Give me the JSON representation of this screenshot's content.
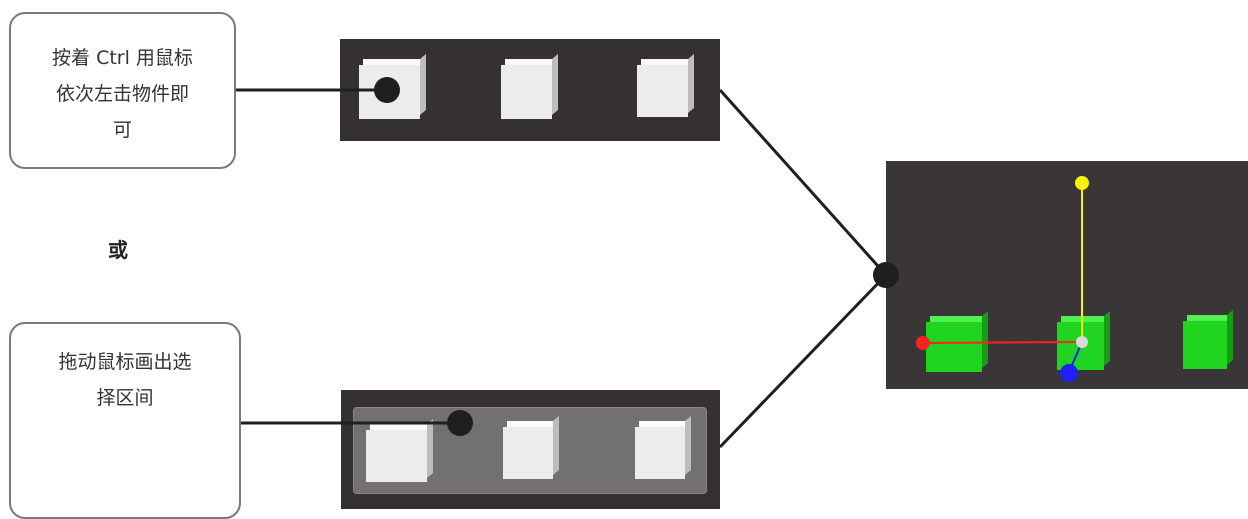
{
  "callouts": {
    "top": [
      "按着 Ctrl 用鼠标",
      "依次左击物件即",
      "可"
    ],
    "bottom": [
      "拖动鼠标画出选",
      "择区间"
    ]
  },
  "or_label": "或",
  "colors": {
    "panel_bg": "#353132",
    "connector": "#1f1f1f",
    "selected_cube": "#1fd51f",
    "axis_x": "#ff2020",
    "axis_y": "#f5f500",
    "axis_z": "#2020ff"
  },
  "icons": [
    "mouse-click-dot-icon",
    "move-gizmo-icon"
  ]
}
